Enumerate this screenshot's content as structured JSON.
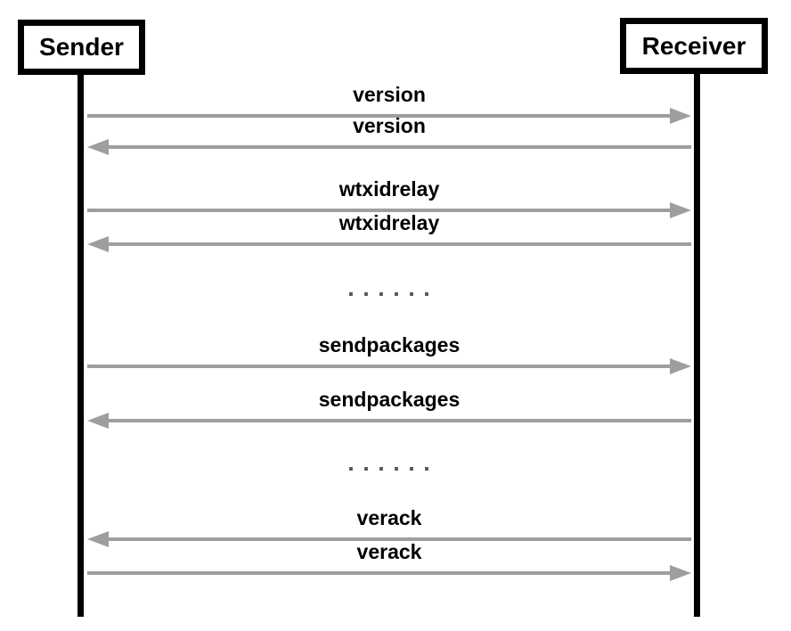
{
  "diagram": {
    "type": "sequence-diagram",
    "background_color": "#ffffff",
    "colors": {
      "actor_border": "#000000",
      "lifeline": "#000000",
      "arrow": "#9e9e9e",
      "label": "#000000",
      "ellipsis": "#555555"
    },
    "actors": [
      {
        "name": "Sender"
      },
      {
        "name": "Receiver"
      }
    ],
    "messages": [
      {
        "label": "version",
        "from": "Sender",
        "to": "Receiver",
        "direction": "right"
      },
      {
        "label": "version",
        "from": "Receiver",
        "to": "Sender",
        "direction": "left"
      },
      {
        "label": "wtxidrelay",
        "from": "Sender",
        "to": "Receiver",
        "direction": "right"
      },
      {
        "label": "wtxidrelay",
        "from": "Receiver",
        "to": "Sender",
        "direction": "left"
      },
      {
        "type": "ellipsis",
        "label": ". . . . . ."
      },
      {
        "label": "sendpackages",
        "from": "Sender",
        "to": "Receiver",
        "direction": "right"
      },
      {
        "label": "sendpackages",
        "from": "Receiver",
        "to": "Sender",
        "direction": "left"
      },
      {
        "type": "ellipsis",
        "label": ". . . . . ."
      },
      {
        "label": "verack",
        "from": "Receiver",
        "to": "Sender",
        "direction": "left"
      },
      {
        "label": "verack",
        "from": "Sender",
        "to": "Receiver",
        "direction": "right"
      }
    ]
  }
}
